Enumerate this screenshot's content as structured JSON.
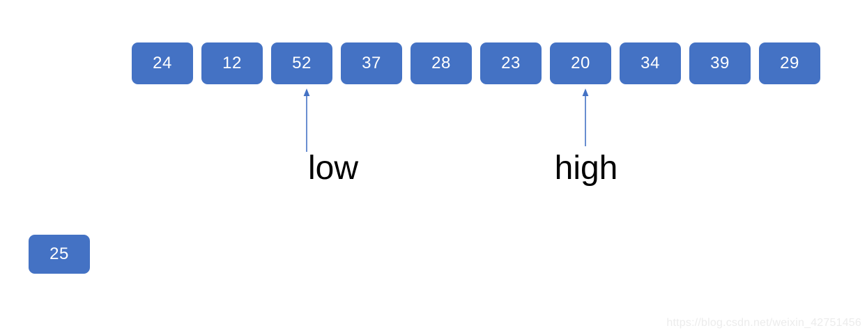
{
  "diagram": {
    "title": "quicksort-partition-step",
    "colors": {
      "box_fill": "#4472C4",
      "box_text": "#FFFFFF",
      "arrow": "#4472C4",
      "label_text": "#000000",
      "background": "#FFFFFF",
      "watermark": "#ECECEC"
    },
    "array": {
      "name": "array-row",
      "cells": [
        {
          "value": "24",
          "index": 0
        },
        {
          "value": "12",
          "index": 1
        },
        {
          "value": "52",
          "index": 2
        },
        {
          "value": "37",
          "index": 3
        },
        {
          "value": "28",
          "index": 4
        },
        {
          "value": "23",
          "index": 5
        },
        {
          "value": "20",
          "index": 6
        },
        {
          "value": "34",
          "index": 7
        },
        {
          "value": "39",
          "index": 8
        },
        {
          "value": "29",
          "index": 9
        }
      ]
    },
    "pointers": [
      {
        "label": "low",
        "points_to_index": 2,
        "points_to_value": "52"
      },
      {
        "label": "high",
        "points_to_index": 6,
        "points_to_value": "20"
      }
    ],
    "pivot": {
      "label": "pivot-box",
      "value": "25"
    },
    "watermark": {
      "text": "https://blog.csdn.net/weixin_42751456"
    }
  }
}
